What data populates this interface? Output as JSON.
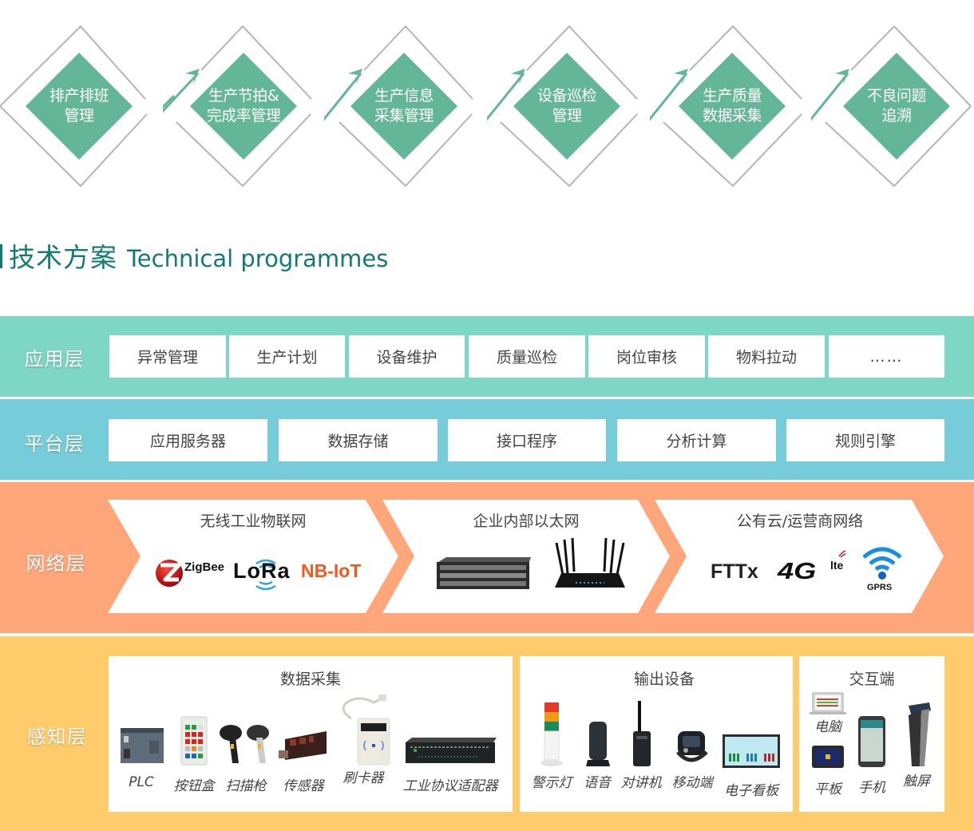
{
  "flow": {
    "steps": [
      {
        "line1": "排产排班",
        "line2": "管理"
      },
      {
        "line1": "生产节拍&",
        "line2": "完成率管理"
      },
      {
        "line1": "生产信息",
        "line2": "采集管理"
      },
      {
        "line1": "设备巡检",
        "line2": "管理"
      },
      {
        "line1": "生产质量",
        "line2": "数据采集"
      },
      {
        "line1": "不良问题",
        "line2": "追溯"
      }
    ],
    "colors": {
      "diamond": "#64b698",
      "outline": "#b3b5bd",
      "arrow": "#64b698"
    }
  },
  "section": {
    "title_cn": "技术方案",
    "title_en": "Technical programmes",
    "color": "#137a73"
  },
  "layers": {
    "application": {
      "name": "应用层",
      "color": "#7ed6c4",
      "items": [
        "异常管理",
        "生产计划",
        "设备维护",
        "质量巡检",
        "岗位审核",
        "物料拉动",
        "……"
      ]
    },
    "platform": {
      "name": "平台层",
      "color": "#76ccd9",
      "items": [
        "应用服务器",
        "数据存储",
        "接口程序",
        "分析计算",
        "规则引擎"
      ]
    },
    "network": {
      "name": "网络层",
      "color": "#ffa77b",
      "groups": [
        {
          "title": "无线工业物联网",
          "logos": [
            "ZigBee",
            "LoRa",
            "NB-IoT"
          ]
        },
        {
          "title": "企业内部以太网",
          "devices": [
            "switch",
            "router"
          ]
        },
        {
          "title": "公有云/运营商网络",
          "logos": [
            "FTTx",
            "4G",
            "lte",
            "GPRS"
          ]
        }
      ]
    },
    "sensing": {
      "name": "感知层",
      "color": "#ffcb6b",
      "panels": [
        {
          "title": "数据采集",
          "devices": [
            "PLC",
            "按钮盒",
            "扫描枪",
            "传感器",
            "刷卡器",
            "工业协议适配器"
          ]
        },
        {
          "title": "输出设备",
          "devices": [
            "警示灯",
            "语音",
            "对讲机",
            "移动端",
            "电子看板"
          ]
        },
        {
          "title": "交互端",
          "devices": [
            "电脑",
            "平板",
            "手机",
            "触屏"
          ]
        }
      ]
    }
  }
}
